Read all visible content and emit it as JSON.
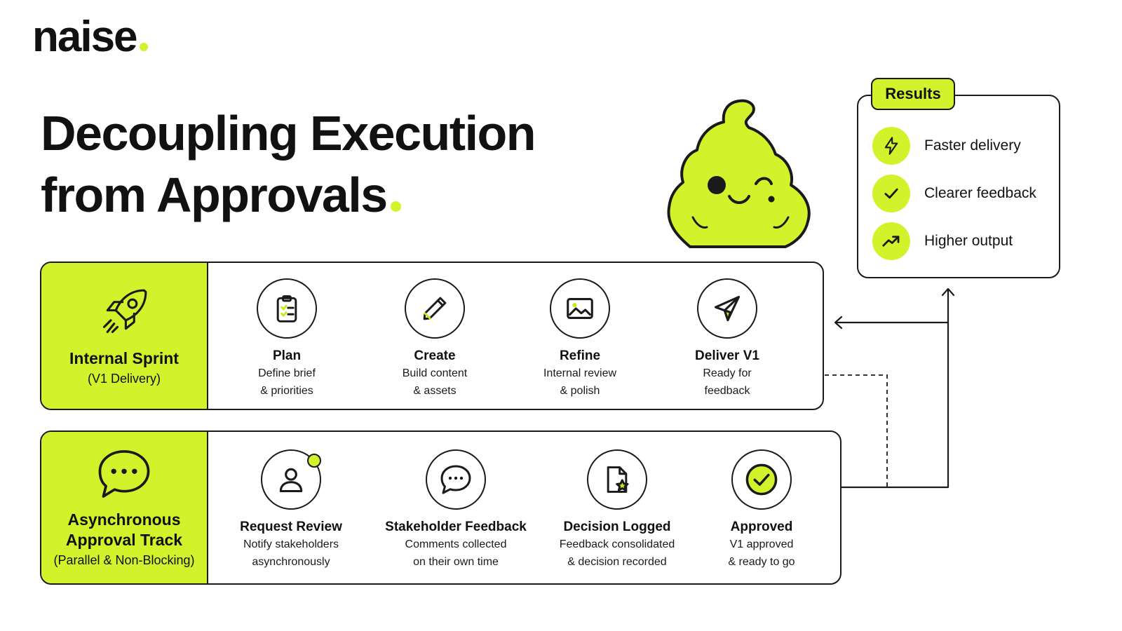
{
  "colors": {
    "accent": "#d2f22b",
    "ink": "#1a1a1a",
    "background": "#ffffff"
  },
  "logo": {
    "text": "naise"
  },
  "title": {
    "line1": "Decoupling Execution",
    "line2": "from Approvals"
  },
  "results": {
    "tab_label": "Results",
    "items": [
      {
        "icon": "lightning-icon",
        "label": "Faster delivery"
      },
      {
        "icon": "checkmark-icon",
        "label": "Clearer feedback"
      },
      {
        "icon": "trend-up-icon",
        "label": "Higher output"
      }
    ]
  },
  "sprint": {
    "name": "Internal Sprint",
    "sub": "(V1 Delivery)",
    "icon": "rocket-icon",
    "steps": [
      {
        "icon": "clipboard-icon",
        "title": "Plan",
        "desc1": "Define brief",
        "desc2": "& priorities"
      },
      {
        "icon": "pencil-icon",
        "title": "Create",
        "desc1": "Build content",
        "desc2": "& assets"
      },
      {
        "icon": "image-icon",
        "title": "Refine",
        "desc1": "Internal review",
        "desc2": "& polish"
      },
      {
        "icon": "paper-plane-icon",
        "title": "Deliver V1",
        "desc1": "Ready for",
        "desc2": "feedback"
      }
    ]
  },
  "approval": {
    "name_line1": "Asynchronous",
    "name_line2": "Approval Track",
    "sub": "(Parallel & Non-Blocking)",
    "icon": "chat-bubble-icon",
    "steps": [
      {
        "icon": "user-icon",
        "title": "Request Review",
        "desc1": "Notify stakeholders",
        "desc2": "asynchronously"
      },
      {
        "icon": "chat-icon",
        "title": "Stakeholder Feedback",
        "desc1": "Comments collected",
        "desc2": "on their own time"
      },
      {
        "icon": "document-star-icon",
        "title": "Decision Logged",
        "desc1": "Feedback consolidated",
        "desc2": "& decision recorded"
      },
      {
        "icon": "check-circle-icon",
        "title": "Approved",
        "desc1": "V1 approved",
        "desc2": "& ready to go"
      }
    ]
  }
}
